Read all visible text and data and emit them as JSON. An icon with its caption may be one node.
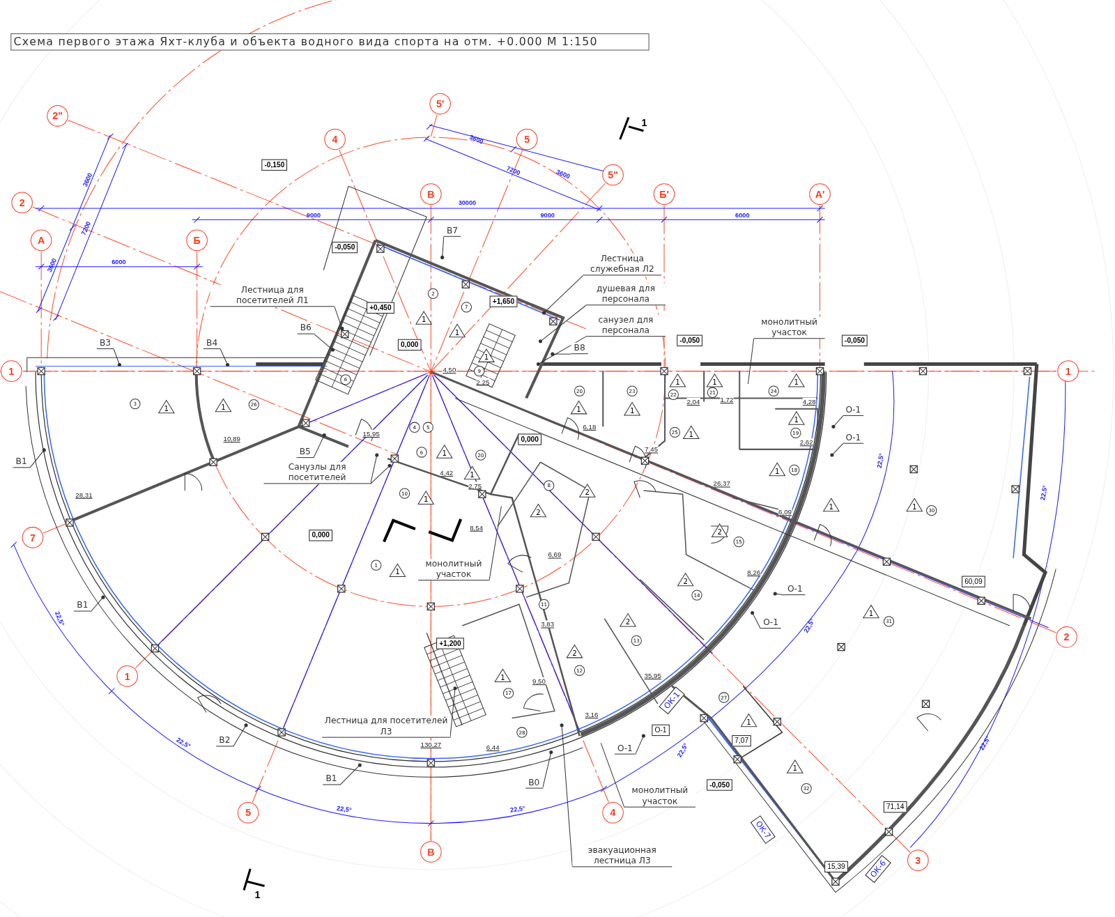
{
  "diagram": {
    "title": "Схема первого этажа Яхт-клуба и объекта водного вида спорта на отм. +0.000 М 1:150",
    "nodes": [
      {
        "text": [
          "2\""
        ]
      },
      {
        "text": [
          "5'"
        ]
      },
      {
        "text": [
          "4"
        ]
      },
      {
        "text": [
          "5"
        ]
      },
      {
        "text": [
          "5\""
        ]
      },
      {
        "text": [
          "2"
        ]
      },
      {
        "text": [
          "В"
        ]
      },
      {
        "text": [
          "Б'"
        ]
      },
      {
        "text": [
          "А'"
        ]
      },
      {
        "text": [
          "А"
        ]
      },
      {
        "text": [
          "Б"
        ]
      },
      {
        "text": [
          "1"
        ]
      },
      {
        "text": [
          "1"
        ]
      },
      {
        "text": [
          "7"
        ]
      },
      {
        "text": [
          "1"
        ]
      },
      {
        "text": [
          "2"
        ]
      },
      {
        "text": [
          "5"
        ]
      },
      {
        "text": [
          "4"
        ]
      },
      {
        "text": [
          "В"
        ]
      },
      {
        "text": [
          "3"
        ]
      },
      {
        "text": [
          "-0,150"
        ]
      },
      {
        "text": [
          "-0,050"
        ]
      },
      {
        "text": [
          "+0,450"
        ]
      },
      {
        "text": [
          "+1,650"
        ]
      },
      {
        "text": [
          "0,000"
        ]
      },
      {
        "text": [
          "-0,050"
        ]
      },
      {
        "text": [
          "-0,050"
        ]
      },
      {
        "text": [
          "0,000"
        ]
      },
      {
        "text": [
          "0,000"
        ]
      },
      {
        "text": [
          "+1,200"
        ]
      },
      {
        "text": [
          "-0,050"
        ]
      },
      {
        "text": [
          "60,09"
        ]
      },
      {
        "text": [
          "7,07"
        ]
      },
      {
        "text": [
          "71,14"
        ]
      },
      {
        "text": [
          "15,39"
        ]
      },
      {
        "text": [
          "О-1"
        ]
      },
      {
        "text": [
          "ОК-1"
        ]
      },
      {
        "text": [
          "ОК-7"
        ]
      },
      {
        "text": [
          "ОК-6"
        ]
      },
      {
        "text": [
          "Лестница для посетителей Л1"
        ]
      },
      {
        "text": [
          "Лестница служебная Л2"
        ]
      },
      {
        "text": [
          "душевая для персонала"
        ]
      },
      {
        "text": [
          "санузел для персонала"
        ]
      },
      {
        "text": [
          "монолитный участок"
        ]
      },
      {
        "text": [
          "Санузлы для посетителей"
        ]
      },
      {
        "text": [
          "монолитный участок"
        ]
      },
      {
        "text": [
          "Лестница для посетителей Л3"
        ]
      },
      {
        "text": [
          "монолитный участок"
        ]
      },
      {
        "text": [
          "эвакуационная лестница Л3"
        ]
      },
      {
        "text": [
          "В3"
        ]
      },
      {
        "text": [
          "В4"
        ]
      },
      {
        "text": [
          "В6"
        ]
      },
      {
        "text": [
          "В7"
        ]
      },
      {
        "text": [
          "В8"
        ]
      },
      {
        "text": [
          "В5"
        ]
      },
      {
        "text": [
          "В1"
        ]
      },
      {
        "text": [
          "В1"
        ]
      },
      {
        "text": [
          "В2"
        ]
      },
      {
        "text": [
          "В1"
        ]
      },
      {
        "text": [
          "В0"
        ]
      },
      {
        "text": [
          "О-1"
        ]
      },
      {
        "text": [
          "О-1"
        ]
      },
      {
        "text": [
          "О-1"
        ]
      },
      {
        "text": [
          "О-1"
        ]
      },
      {
        "text": [
          "О-1"
        ]
      },
      {
        "text": [
          "3"
        ]
      },
      {
        "text": [
          "26"
        ]
      },
      {
        "text": [
          "6"
        ]
      },
      {
        "text": [
          "9"
        ]
      },
      {
        "text": [
          "2"
        ]
      },
      {
        "text": [
          "7"
        ]
      },
      {
        "text": [
          "4"
        ]
      },
      {
        "text": [
          "5"
        ]
      },
      {
        "text": [
          "6"
        ]
      },
      {
        "text": [
          "20"
        ]
      },
      {
        "text": [
          "10"
        ]
      },
      {
        "text": [
          "8"
        ]
      },
      {
        "text": [
          "1"
        ]
      },
      {
        "text": [
          "11"
        ]
      },
      {
        "text": [
          "20"
        ]
      },
      {
        "text": [
          "23"
        ]
      },
      {
        "text": [
          "22"
        ]
      },
      {
        "text": [
          "21"
        ]
      },
      {
        "text": [
          "24"
        ]
      },
      {
        "text": [
          "25"
        ]
      },
      {
        "text": [
          "19"
        ]
      },
      {
        "text": [
          "18"
        ]
      },
      {
        "text": [
          "15"
        ]
      },
      {
        "text": [
          "14"
        ]
      },
      {
        "text": [
          "30"
        ]
      },
      {
        "text": [
          "31"
        ]
      },
      {
        "text": [
          "13"
        ]
      },
      {
        "text": [
          "12"
        ]
      },
      {
        "text": [
          "17"
        ]
      },
      {
        "text": [
          "28"
        ]
      },
      {
        "text": [
          "27"
        ]
      },
      {
        "text": [
          "32"
        ]
      },
      {
        "text": [
          "1"
        ]
      },
      {
        "text": [
          "1"
        ]
      },
      {
        "text": [
          "1"
        ]
      },
      {
        "text": [
          "1"
        ]
      },
      {
        "text": [
          "1"
        ]
      },
      {
        "text": [
          "1"
        ]
      },
      {
        "text": [
          "1"
        ]
      },
      {
        "text": [
          "1"
        ]
      },
      {
        "text": [
          "1"
        ]
      },
      {
        "text": [
          "1"
        ]
      },
      {
        "text": [
          "1"
        ]
      },
      {
        "text": [
          "1"
        ]
      },
      {
        "text": [
          "1"
        ]
      },
      {
        "text": [
          "1"
        ]
      },
      {
        "text": [
          "1"
        ]
      },
      {
        "text": [
          "1"
        ]
      },
      {
        "text": [
          "1"
        ]
      },
      {
        "text": [
          "2"
        ]
      },
      {
        "text": [
          "2"
        ]
      },
      {
        "text": [
          "2"
        ]
      },
      {
        "text": [
          "1"
        ]
      },
      {
        "text": [
          "1"
        ]
      },
      {
        "text": [
          "2"
        ]
      },
      {
        "text": [
          "2"
        ]
      },
      {
        "text": [
          "2"
        ]
      },
      {
        "text": [
          "1"
        ]
      },
      {
        "text": [
          "1"
        ]
      },
      {
        "text": [
          "1"
        ]
      },
      {
        "text": [
          "1"
        ]
      }
    ],
    "edges": [
      {
        "from": 39,
        "to": null,
        "arrow": "other"
      },
      {
        "from": 40,
        "to": null,
        "arrow": "other"
      },
      {
        "from": 41,
        "to": null,
        "arrow": "other"
      },
      {
        "from": 42,
        "to": null,
        "arrow": "other"
      },
      {
        "from": 43,
        "to": null,
        "arrow": "none"
      },
      {
        "from": 44,
        "to": null,
        "arrow": "other"
      },
      {
        "from": 44,
        "to": null,
        "arrow": "other"
      },
      {
        "from": 45,
        "to": null,
        "arrow": "none"
      },
      {
        "from": 46,
        "to": null,
        "arrow": "other"
      },
      {
        "from": 47,
        "to": null,
        "arrow": "none"
      },
      {
        "from": 48,
        "to": null,
        "arrow": "other"
      },
      {
        "from": 49,
        "to": null,
        "arrow": "other"
      },
      {
        "from": 50,
        "to": null,
        "arrow": "other"
      },
      {
        "from": 51,
        "to": null,
        "arrow": "other"
      },
      {
        "from": 52,
        "to": null,
        "arrow": "other"
      },
      {
        "from": 53,
        "to": null,
        "arrow": "other"
      },
      {
        "from": 54,
        "to": null,
        "arrow": "other"
      },
      {
        "from": 55,
        "to": null,
        "arrow": "other"
      },
      {
        "from": 56,
        "to": null,
        "arrow": "other"
      },
      {
        "from": 57,
        "to": null,
        "arrow": "other"
      },
      {
        "from": 58,
        "to": null,
        "arrow": "other"
      },
      {
        "from": 59,
        "to": null,
        "arrow": "other"
      },
      {
        "from": 60,
        "to": null,
        "arrow": "other"
      },
      {
        "from": 61,
        "to": null,
        "arrow": "other"
      },
      {
        "from": 62,
        "to": null,
        "arrow": "other"
      },
      {
        "from": 63,
        "to": null,
        "arrow": "other"
      },
      {
        "from": 64,
        "to": null,
        "arrow": "other"
      }
    ],
    "labels": [
      "1",
      "3600",
      "7200",
      "3600",
      "3600",
      "30000",
      "9000",
      "9000",
      "6000",
      "7200",
      "6000",
      "3600",
      "4,50",
      "2,25",
      "2,04",
      "1,72",
      "4,28",
      "6,18",
      "10,89",
      "15,95",
      "2,62",
      "7,45",
      "4,42",
      "2,75",
      "26,37",
      "28,31",
      "6,09",
      "8,54",
      "6,69",
      "8,26",
      "3,83",
      "35,95",
      "9,50",
      "3,16",
      "130,27",
      "6,44",
      "22,5°",
      "22,5°",
      "22,5°",
      "22,5°",
      "22,5°",
      "22,5°",
      "22,5°",
      "22,5°",
      "22,5°",
      "1"
    ]
  }
}
